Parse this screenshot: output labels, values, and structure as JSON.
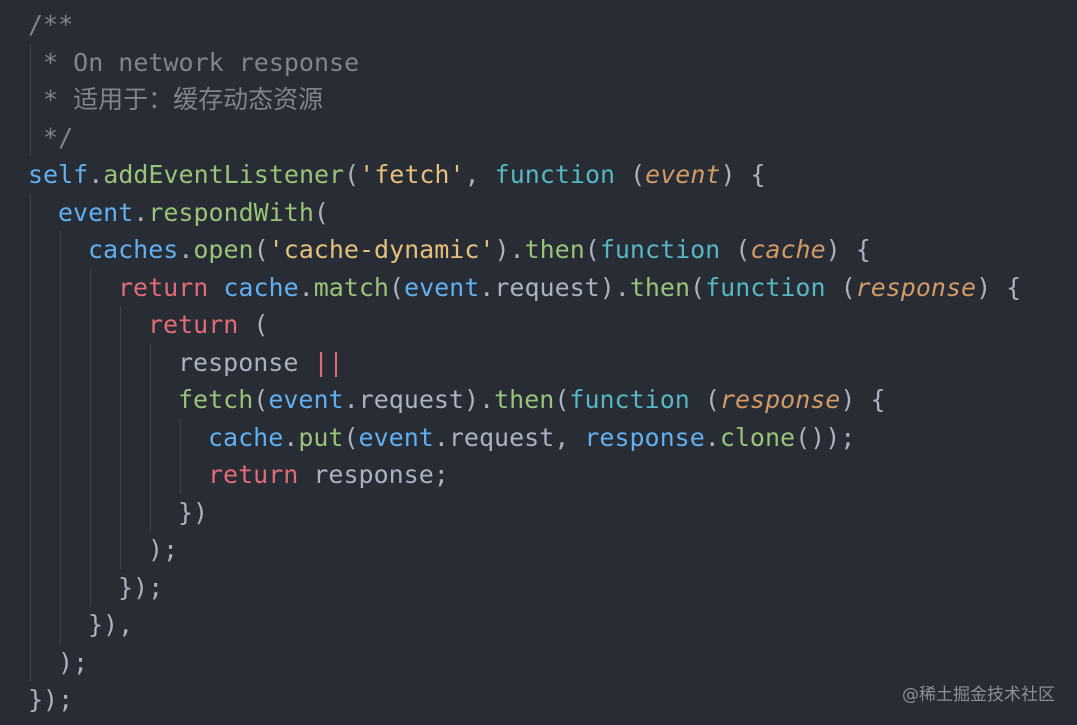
{
  "editor": {
    "background": "#282c34",
    "colors": {
      "comment": "#7f848e",
      "variable": "#61afef",
      "method": "#98c379",
      "string": "#e5c07b",
      "keyword_function": "#56b6c2",
      "parameter": "#d19a66",
      "return_keyword": "#e06c75",
      "default": "#abb2bf"
    },
    "lines": [
      {
        "indent": 0,
        "tokens": [
          {
            "t": "/**",
            "k": "comment"
          }
        ]
      },
      {
        "indent": 0,
        "tokens": [
          {
            "t": " * On network response",
            "k": "comment"
          }
        ]
      },
      {
        "indent": 0,
        "tokens": [
          {
            "t": " * 适用于：缓存动态资源",
            "k": "comment"
          }
        ]
      },
      {
        "indent": 0,
        "tokens": [
          {
            "t": " */",
            "k": "comment"
          }
        ]
      },
      {
        "indent": 0,
        "tokens": [
          {
            "t": "self",
            "k": "var"
          },
          {
            "t": ".",
            "k": "punct"
          },
          {
            "t": "addEventListener",
            "k": "func"
          },
          {
            "t": "(",
            "k": "punct"
          },
          {
            "t": "'fetch'",
            "k": "str"
          },
          {
            "t": ", ",
            "k": "punct"
          },
          {
            "t": "function",
            "k": "kw"
          },
          {
            "t": " (",
            "k": "punct"
          },
          {
            "t": "event",
            "k": "param"
          },
          {
            "t": ") {",
            "k": "punct"
          }
        ]
      },
      {
        "indent": 1,
        "tokens": [
          {
            "t": "event",
            "k": "var"
          },
          {
            "t": ".",
            "k": "punct"
          },
          {
            "t": "respondWith",
            "k": "func"
          },
          {
            "t": "(",
            "k": "punct"
          }
        ]
      },
      {
        "indent": 2,
        "tokens": [
          {
            "t": "caches",
            "k": "var"
          },
          {
            "t": ".",
            "k": "punct"
          },
          {
            "t": "open",
            "k": "func"
          },
          {
            "t": "(",
            "k": "punct"
          },
          {
            "t": "'cache-dynamic'",
            "k": "str"
          },
          {
            "t": ").",
            "k": "punct"
          },
          {
            "t": "then",
            "k": "func"
          },
          {
            "t": "(",
            "k": "punct"
          },
          {
            "t": "function",
            "k": "kw"
          },
          {
            "t": " (",
            "k": "punct"
          },
          {
            "t": "cache",
            "k": "param"
          },
          {
            "t": ") {",
            "k": "punct"
          }
        ]
      },
      {
        "indent": 3,
        "tokens": [
          {
            "t": "return",
            "k": "ret"
          },
          {
            "t": " ",
            "k": "punct"
          },
          {
            "t": "cache",
            "k": "var"
          },
          {
            "t": ".",
            "k": "punct"
          },
          {
            "t": "match",
            "k": "func"
          },
          {
            "t": "(",
            "k": "punct"
          },
          {
            "t": "event",
            "k": "var"
          },
          {
            "t": ".",
            "k": "punct"
          },
          {
            "t": "request",
            "k": "default"
          },
          {
            "t": ").",
            "k": "punct"
          },
          {
            "t": "then",
            "k": "func"
          },
          {
            "t": "(",
            "k": "punct"
          },
          {
            "t": "function",
            "k": "kw"
          },
          {
            "t": " (",
            "k": "punct"
          },
          {
            "t": "response",
            "k": "param"
          },
          {
            "t": ") {",
            "k": "punct"
          }
        ]
      },
      {
        "indent": 4,
        "tokens": [
          {
            "t": "return",
            "k": "ret"
          },
          {
            "t": " (",
            "k": "punct"
          }
        ]
      },
      {
        "indent": 5,
        "tokens": [
          {
            "t": "response",
            "k": "default"
          },
          {
            "t": " ",
            "k": "punct"
          },
          {
            "t": "||",
            "k": "op"
          }
        ]
      },
      {
        "indent": 5,
        "tokens": [
          {
            "t": "fetch",
            "k": "func"
          },
          {
            "t": "(",
            "k": "punct"
          },
          {
            "t": "event",
            "k": "var"
          },
          {
            "t": ".",
            "k": "punct"
          },
          {
            "t": "request",
            "k": "default"
          },
          {
            "t": ").",
            "k": "punct"
          },
          {
            "t": "then",
            "k": "func"
          },
          {
            "t": "(",
            "k": "punct"
          },
          {
            "t": "function",
            "k": "kw"
          },
          {
            "t": " (",
            "k": "punct"
          },
          {
            "t": "response",
            "k": "param"
          },
          {
            "t": ") {",
            "k": "punct"
          }
        ]
      },
      {
        "indent": 6,
        "tokens": [
          {
            "t": "cache",
            "k": "var"
          },
          {
            "t": ".",
            "k": "punct"
          },
          {
            "t": "put",
            "k": "func"
          },
          {
            "t": "(",
            "k": "punct"
          },
          {
            "t": "event",
            "k": "var"
          },
          {
            "t": ".",
            "k": "punct"
          },
          {
            "t": "request",
            "k": "default"
          },
          {
            "t": ", ",
            "k": "punct"
          },
          {
            "t": "response",
            "k": "var"
          },
          {
            "t": ".",
            "k": "punct"
          },
          {
            "t": "clone",
            "k": "func"
          },
          {
            "t": "());",
            "k": "punct"
          }
        ]
      },
      {
        "indent": 6,
        "tokens": [
          {
            "t": "return",
            "k": "ret"
          },
          {
            "t": " response;",
            "k": "default"
          }
        ]
      },
      {
        "indent": 5,
        "tokens": [
          {
            "t": "})",
            "k": "punct"
          }
        ]
      },
      {
        "indent": 4,
        "tokens": [
          {
            "t": ");",
            "k": "punct"
          }
        ]
      },
      {
        "indent": 3,
        "tokens": [
          {
            "t": "});",
            "k": "punct"
          }
        ]
      },
      {
        "indent": 2,
        "tokens": [
          {
            "t": "}),",
            "k": "punct"
          }
        ]
      },
      {
        "indent": 1,
        "tokens": [
          {
            "t": ");",
            "k": "punct"
          }
        ]
      },
      {
        "indent": 0,
        "tokens": [
          {
            "t": "});",
            "k": "punct"
          }
        ]
      }
    ]
  },
  "watermark": "@稀土掘金技术社区"
}
